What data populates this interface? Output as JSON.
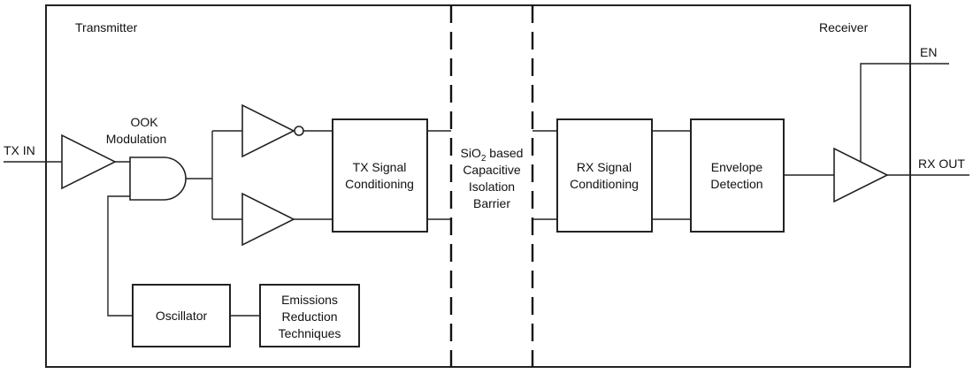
{
  "sections": {
    "transmitter": "Transmitter",
    "receiver": "Receiver"
  },
  "signals": {
    "tx_in": "TX IN",
    "en": "EN",
    "rx_out": "RX OUT"
  },
  "labels": {
    "ook_line1": "OOK",
    "ook_line2": "Modulation"
  },
  "blocks": {
    "tx_signal_conditioning": [
      "TX Signal",
      "Conditioning"
    ],
    "oscillator": [
      "Oscillator"
    ],
    "emissions_reduction": [
      "Emissions",
      "Reduction",
      "Techniques"
    ],
    "isolation_barrier": [
      "SiO",
      "2",
      " based",
      "Capacitive",
      "Isolation",
      "Barrier"
    ],
    "rx_signal_conditioning": [
      "RX Signal",
      "Conditioning"
    ],
    "envelope_detection": [
      "Envelope",
      "Detection"
    ]
  }
}
